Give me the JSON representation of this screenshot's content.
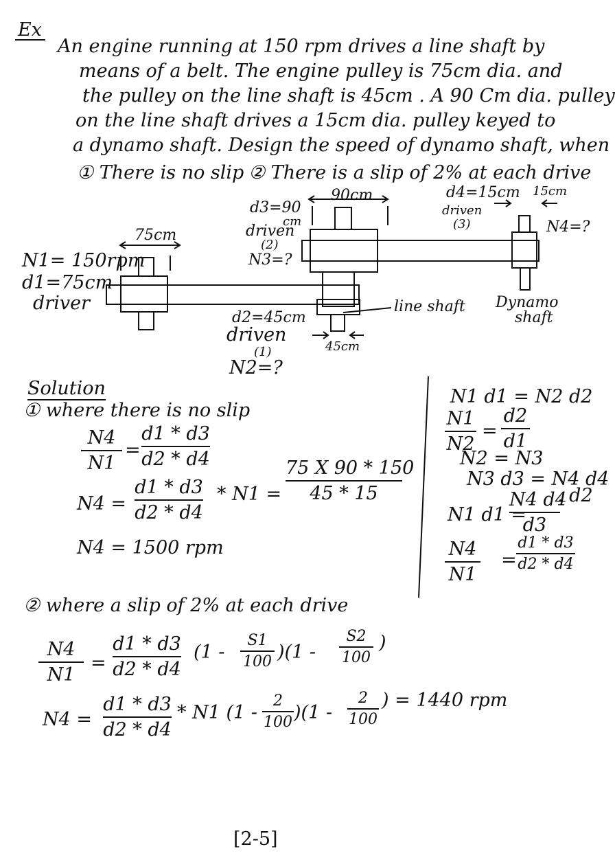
{
  "header": {
    "ex_label": "Ex"
  },
  "problem": {
    "lines": [
      "An engine running at 150 rpm drives a line shaft by",
      "means of a belt. The engine pulley is 75cm dia. and",
      "the pulley on the line shaft is 45cm . A 90 Cm dia. pulley",
      "on the line shaft drives a 15cm dia. pulley keyed to",
      "a dynamo shaft. Design the speed of dynamo shaft, when"
    ],
    "case1": "① There is no slip",
    "case2": "② There is a slip of 2% at each drive"
  },
  "diagram": {
    "d3_label": "d3=90",
    "d3_unit": "cm",
    "d3_role": "driven",
    "d3_index": "(2)",
    "n3": "N3=?",
    "w90": "90cm",
    "d4_label": "d4=15cm",
    "d4_w": "15cm",
    "d4_role": "driven",
    "d4_index": "(3)",
    "n4": "N4=?",
    "w75": "75cm",
    "n1": "N1= 150rpm",
    "d1": "d1=75cm",
    "driver": "driver",
    "d2_label": "d2=45cm",
    "d2_role": "driven",
    "d2_index": "(1)",
    "n2": "N2=?",
    "w45": "45cm",
    "line_shaft": "line shaft",
    "dynamo1": "Dynamo",
    "dynamo2": "shaft"
  },
  "solution": {
    "title": "Solution",
    "case1_heading": "① where there is no slip",
    "eq1_lhs_num": "N4",
    "eq1_lhs_den": "N1",
    "eq1_rhs_num": "d1 * d3",
    "eq1_rhs_den": "d2 * d4",
    "eq2_lhs": "N4 =",
    "eq2_num": "d1 * d3",
    "eq2_den": "d2 * d4",
    "eq2_mult": "* N1 =",
    "eq2_val_num": "75 X 90 * 150",
    "eq2_val_den": "45 * 15",
    "result1": "N4 = 1500 rpm",
    "case2_heading": "② where a slip of 2% at each drive",
    "eq3_lhs_num": "N4",
    "eq3_lhs_den": "N1",
    "eq3_num": "d1 * d3",
    "eq3_den": "d2 * d4",
    "eq3_f1": "(1 -",
    "eq3_s1": "S1",
    "eq3_f1d": "100",
    "eq3_f2": ")(1 -",
    "eq3_s2": "S2",
    "eq3_f2d": "100",
    "eq3_close": ")",
    "eq4_lhs": "N4 =",
    "eq4_num": "d1 * d3",
    "eq4_den": "d2 * d4",
    "eq4_mult": "* N1 (1 -",
    "eq4_a": "2",
    "eq4_ad": "100",
    "eq4_mid": ")(1 -",
    "eq4_b": "2",
    "eq4_bd": "100",
    "eq4_result": ") = 1440 rpm"
  },
  "side": {
    "l1": "N1 d1 = N2 d2",
    "f1_num": "N1",
    "f1_den": "N2",
    "f1_eq": "=",
    "f1_rnum": "d2",
    "f1_rden": "d1",
    "l2": "N2 = N3",
    "l3": "N3 d3 = N4 d4",
    "l4_lhs": "N1 d1 =",
    "l4_num": "N4 d4",
    "l4_den": "d3",
    "l4_tail": ". d2",
    "f2_num": "N4",
    "f2_den": "N1",
    "f2_eq": "=",
    "f2_rnum": "d1 * d3",
    "f2_rden": "d2 * d4"
  },
  "footer": {
    "page": "[2-5]"
  }
}
